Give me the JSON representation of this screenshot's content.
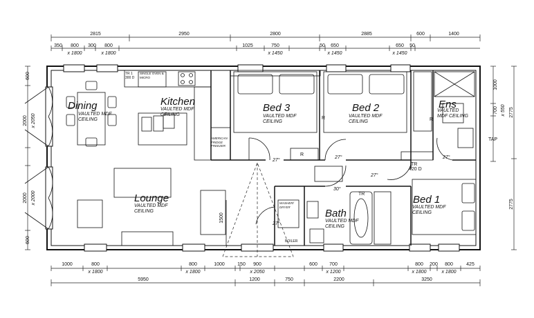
{
  "rooms": [
    {
      "id": "dining",
      "name": "Dining",
      "note": "VAULTED MDF CEILING"
    },
    {
      "id": "kitchen",
      "name": "Kitchen",
      "note": "VAULTED MDF CEILING"
    },
    {
      "id": "bed3",
      "name": "Bed 3",
      "note": "VAULTED MDF CEILING"
    },
    {
      "id": "bed2",
      "name": "Bed 2",
      "note": "VAULTED MDF CEILING"
    },
    {
      "id": "ens",
      "name": "Ens",
      "note": "VAULTED MDF CEILING"
    },
    {
      "id": "lounge",
      "name": "Lounge",
      "note": "VAULTED MDF CEILING"
    },
    {
      "id": "bath",
      "name": "Bath",
      "note": "VAULTED MDF CEILING"
    },
    {
      "id": "bed1",
      "name": "Bed 1",
      "note": "VAULTED MDF CEILING"
    }
  ],
  "top_overall": [
    "2815",
    "2950",
    "2800",
    "2885",
    "600",
    "1400"
  ],
  "top_windows": [
    "350",
    "800",
    "300",
    "800",
    "1025",
    "750",
    "50",
    "650",
    "650",
    "50"
  ],
  "top_window_sizes": [
    "x 1800",
    "x 1800",
    "x 1450",
    "x 1450",
    "x 1450"
  ],
  "bottom_windows": [
    "1000",
    "800",
    "800",
    "1000",
    "150",
    "900",
    "600",
    "700",
    "800",
    "200",
    "800",
    "425"
  ],
  "bottom_window_sizes": [
    "x 1800",
    "x 1800",
    "x 2050",
    "x 1200",
    "x 1800",
    "x 1800"
  ],
  "bottom_overall": [
    "5950",
    "1200",
    "750",
    "2200",
    "3250"
  ],
  "left_dims": [
    "600",
    "2000",
    "x 2050",
    "2000",
    "x 2000",
    "600"
  ],
  "right_dims": [
    "1000",
    "700",
    "x 550",
    "2775",
    "2775"
  ],
  "labels": {
    "tr_kitchen": "TR 1",
    "d300": "300 D",
    "oven": "SINGLE OVEN & MICRO",
    "fridge": "AMERICAN FRIDGE FREEZER",
    "washer": "WASHER/ DRYER",
    "boiler": "BOILER",
    "tap": "TAP",
    "r1": "R",
    "r2": "R",
    "r3": "R",
    "tr_bath": "TR",
    "tr_bed1": "TR",
    "d420": "420 D",
    "dim1500": "1500",
    "deg1": "27°",
    "deg2": "27°",
    "deg3": "27°",
    "deg4": "27°",
    "deg5": "27°",
    "deg6": "30°"
  }
}
